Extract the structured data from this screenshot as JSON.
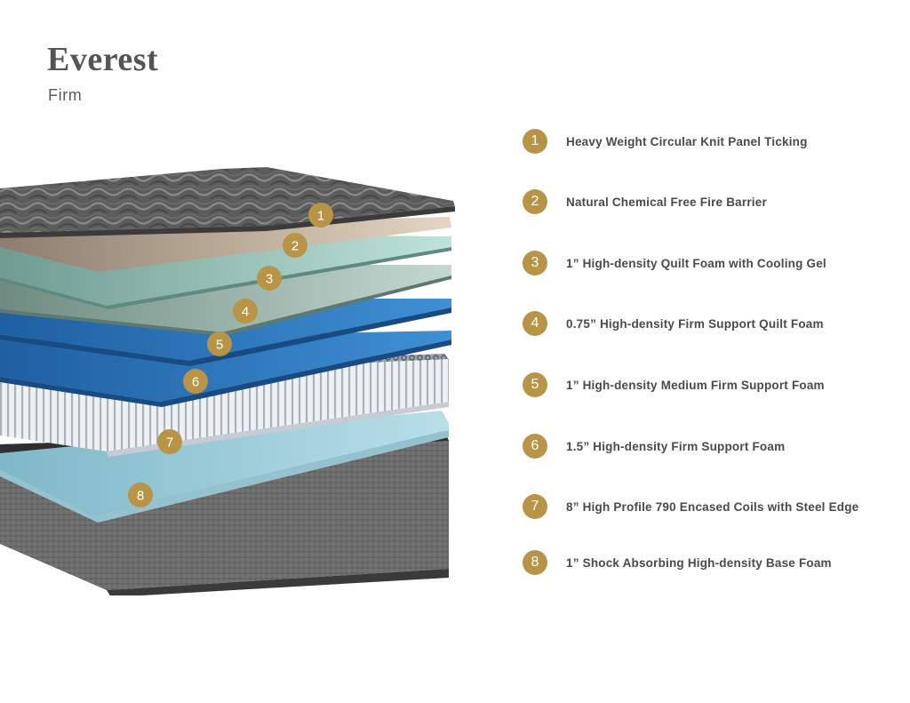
{
  "header": {
    "title": "Everest",
    "subtitle": "Firm"
  },
  "colors": {
    "badge": "#b89446",
    "text": "#4a4a4a",
    "title": "#555555"
  },
  "layers": [
    {
      "number": "1",
      "label": "Heavy Weight Circular Knit Panel Ticking"
    },
    {
      "number": "2",
      "label": "Natural Chemical Free Fire Barrier"
    },
    {
      "number": "3",
      "label": "1” High-density Quilt Foam with Cooling Gel"
    },
    {
      "number": "4",
      "label": "0.75” High-density Firm Support Quilt Foam"
    },
    {
      "number": "5",
      "label": "1” High-density Medium Firm Support Foam"
    },
    {
      "number": "6",
      "label": "1.5” High-density Firm Support Foam"
    },
    {
      "number": "7",
      "label": "8” High Profile 790 Encased Coils with Steel Edge"
    },
    {
      "number": "8",
      "label": "1” Shock Absorbing High-density Base Foam"
    }
  ]
}
